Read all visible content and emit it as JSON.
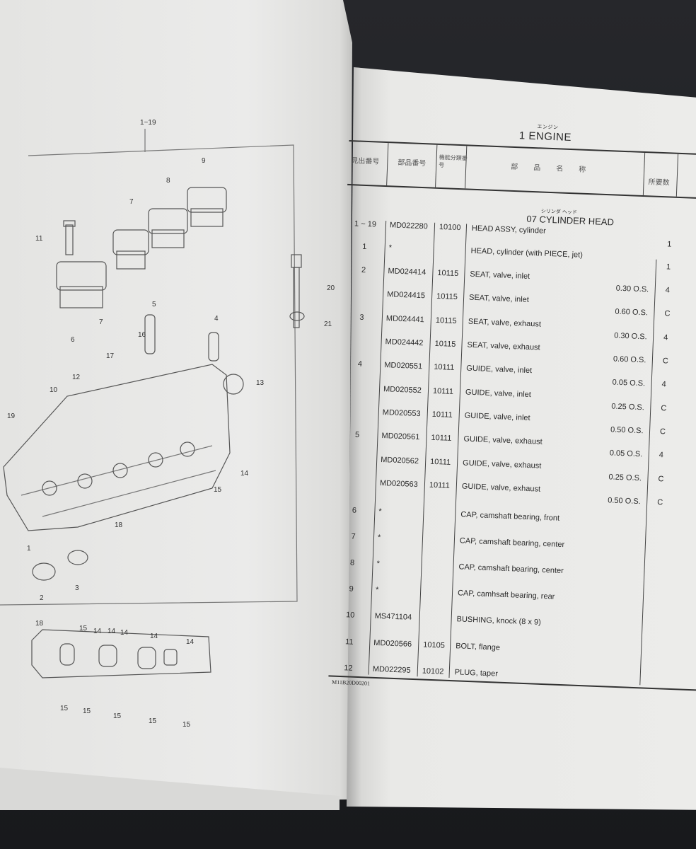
{
  "chapter": {
    "kana": "エンジン",
    "title": "1 ENGINE"
  },
  "table_headers": [
    "見出番号",
    "部品番号",
    "機能分類番号",
    "部品名称",
    "所要数"
  ],
  "section": {
    "kana": "シリンダ ヘッド",
    "title": "07 CYLINDER HEAD"
  },
  "rows": [
    {
      "ref": "1 ~ 19",
      "part": "MD022280",
      "code": "10100",
      "name": "HEAD ASSY, cylinder",
      "note": "",
      "qty": "1"
    },
    {
      "ref": "1",
      "part": "*",
      "code": "",
      "name": "HEAD, cylinder (with PIECE, jet)",
      "note": "",
      "qty": "1"
    },
    {
      "ref": "2",
      "part": "MD024414",
      "code": "10115",
      "name": "SEAT, valve, inlet",
      "note": "0.30 O.S.",
      "qty": "4"
    },
    {
      "ref": "",
      "part": "MD024415",
      "code": "10115",
      "name": "SEAT, valve, inlet",
      "note": "0.60 O.S.",
      "qty": "C"
    },
    {
      "ref": "3",
      "part": "MD024441",
      "code": "10115",
      "name": "SEAT, valve, exhaust",
      "note": "0.30 O.S.",
      "qty": "4"
    },
    {
      "ref": "",
      "part": "MD024442",
      "code": "10115",
      "name": "SEAT, valve, exhaust",
      "note": "0.60 O.S.",
      "qty": "C"
    },
    {
      "ref": "4",
      "part": "MD020551",
      "code": "10111",
      "name": "GUIDE, valve, inlet",
      "note": "0.05 O.S.",
      "qty": "4"
    },
    {
      "ref": "",
      "part": "MD020552",
      "code": "10111",
      "name": "GUIDE, valve, inlet",
      "note": "0.25 O.S.",
      "qty": "C"
    },
    {
      "ref": "",
      "part": "MD020553",
      "code": "10111",
      "name": "GUIDE, valve, inlet",
      "note": "0.50 O.S.",
      "qty": "C"
    },
    {
      "ref": "5",
      "part": "MD020561",
      "code": "10111",
      "name": "GUIDE, valve, exhaust",
      "note": "0.05 O.S.",
      "qty": "4"
    },
    {
      "ref": "",
      "part": "MD020562",
      "code": "10111",
      "name": "GUIDE, valve, exhaust",
      "note": "0.25 O.S.",
      "qty": "C"
    },
    {
      "ref": "",
      "part": "MD020563",
      "code": "10111",
      "name": "GUIDE, valve, exhaust",
      "note": "0.50 O.S.",
      "qty": "C"
    },
    {
      "ref": "6",
      "part": "*",
      "code": "",
      "name": "CAP, camshaft bearing, front",
      "note": "",
      "qty": ""
    },
    {
      "ref": "7",
      "part": "*",
      "code": "",
      "name": "CAP, camshaft bearing, center",
      "note": "",
      "qty": ""
    },
    {
      "ref": "8",
      "part": "*",
      "code": "",
      "name": "CAP, camshaft bearing, center",
      "note": "",
      "qty": ""
    },
    {
      "ref": "9",
      "part": "*",
      "code": "",
      "name": "CAP, camhsaft bearing, rear",
      "note": "",
      "qty": ""
    },
    {
      "ref": "10",
      "part": "MS471104",
      "code": "",
      "name": "BUSHING, knock (8 x 9)",
      "note": "",
      "qty": ""
    },
    {
      "ref": "11",
      "part": "MD020566",
      "code": "10105",
      "name": "BOLT, flange",
      "note": "",
      "qty": ""
    },
    {
      "ref": "12",
      "part": "MD022295",
      "code": "10102",
      "name": "PLUG, taper",
      "note": "",
      "qty": ""
    }
  ],
  "footer_code": "M11B20D00201",
  "diagram": {
    "range_label": "1~19",
    "callouts": [
      "9",
      "8",
      "7",
      "11",
      "7",
      "6",
      "5",
      "16",
      "4",
      "17",
      "12",
      "10",
      "19",
      "13",
      "20",
      "21",
      "14",
      "15",
      "18",
      "1",
      "2",
      "3"
    ],
    "gasket_callouts": [
      "18",
      "15",
      "14",
      "14",
      "14",
      "14",
      "14",
      "15",
      "15",
      "15",
      "15",
      "15"
    ]
  }
}
